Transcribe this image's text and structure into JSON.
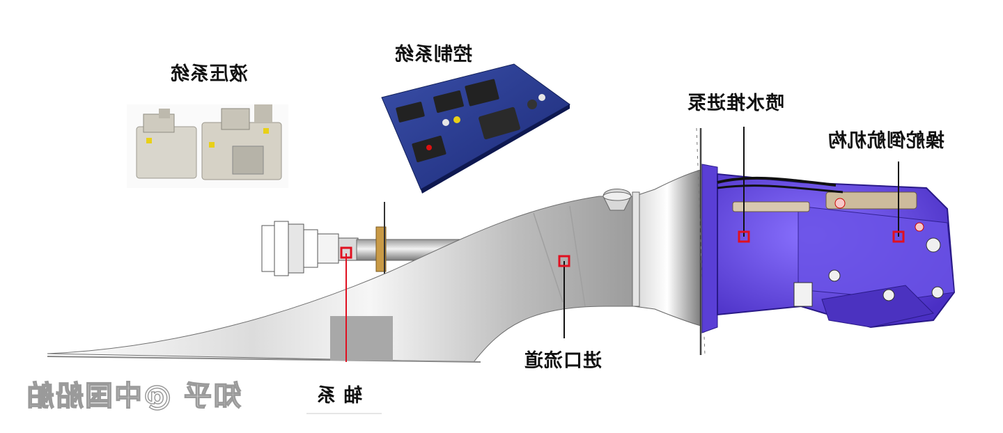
{
  "labels": {
    "hydraulic_system": "液压系统",
    "control_system": "控制系统",
    "waterjet_pump": "喷水推进泵",
    "steering_reversing": "操舵倒航机构",
    "shaft_system": "轴 系",
    "inlet_duct": "进口流道"
  },
  "watermark": "知乎 @中国船舶",
  "colors": {
    "pump_body": "#5a3fd6",
    "marker": "#e01020",
    "duct_dark": "#8a8a8a",
    "duct_light": "#f4f4f4"
  }
}
